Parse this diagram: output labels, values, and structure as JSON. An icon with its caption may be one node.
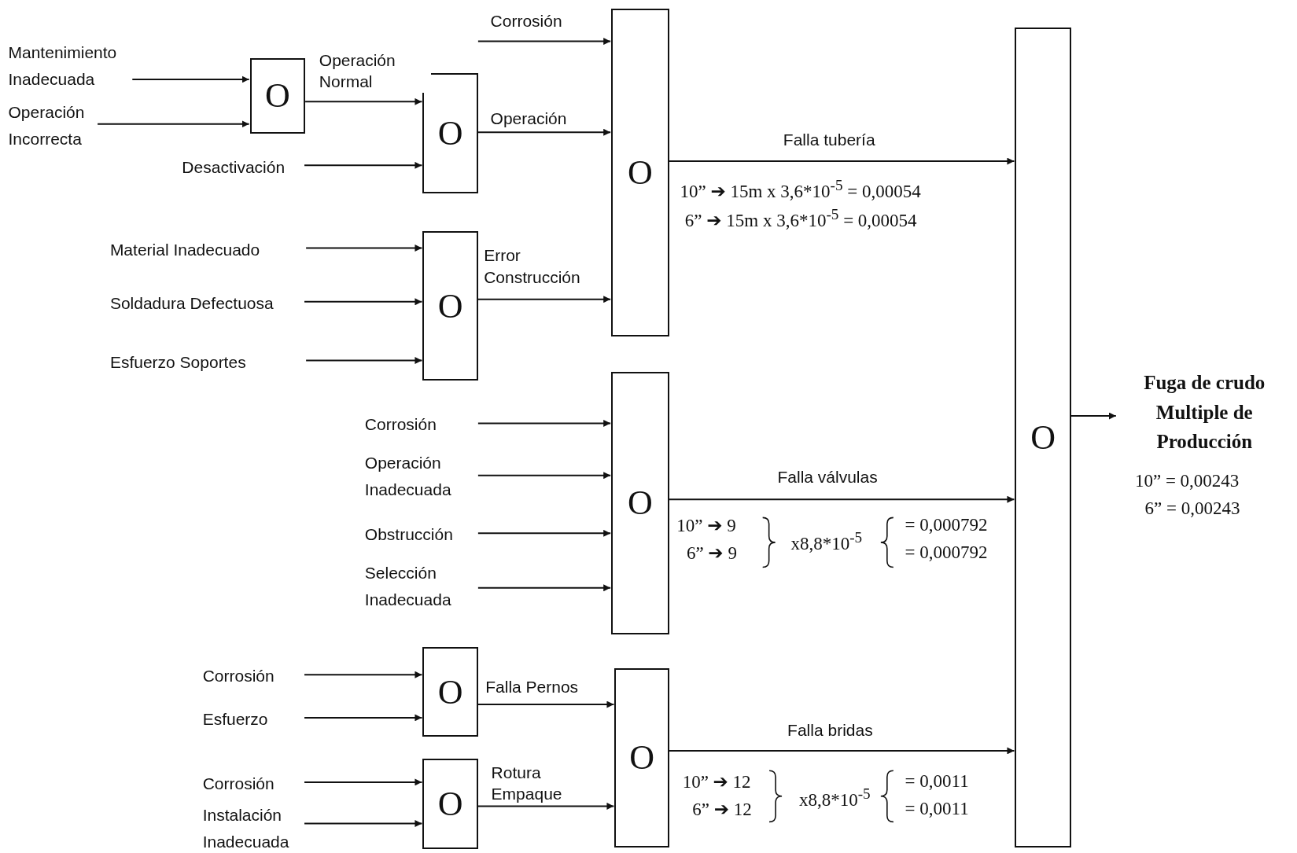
{
  "diagram": {
    "nodes": [
      {
        "text": [
          "Mantenimiento Inadecuada"
        ]
      },
      {
        "text": [
          "O"
        ]
      },
      {
        "text": [
          "Operación Incorrecta"
        ]
      },
      {
        "text": [
          "Desactivación"
        ]
      },
      {
        "text": [
          "O"
        ]
      },
      {
        "text": [
          "O"
        ]
      },
      {
        "text": [
          "Material Inadecuado"
        ]
      },
      {
        "text": [
          "Soldadura Defectuosa"
        ]
      },
      {
        "text": [
          "Esfuerzo Soportes"
        ]
      },
      {
        "text": [
          "O"
        ]
      },
      {
        "text": [
          "Corrosión"
        ]
      },
      {
        "text": [
          "Operación Inadecuada"
        ]
      },
      {
        "text": [
          "Obstrucción"
        ]
      },
      {
        "text": [
          "Selección Inadecuada"
        ]
      },
      {
        "text": [
          "O"
        ]
      },
      {
        "text": [
          "Corrosión"
        ]
      },
      {
        "text": [
          "Esfuerzo"
        ]
      },
      {
        "text": [
          "O"
        ]
      },
      {
        "text": [
          "Corrosión"
        ]
      },
      {
        "text": [
          "Instalación Inadecuada"
        ]
      },
      {
        "text": [
          "O"
        ]
      },
      {
        "text": [
          "O"
        ]
      },
      {
        "text": [
          "O"
        ]
      },
      {
        "text": [
          "Fuga de crudo Multiple de Producción"
        ],
        "beside": [
          "10” = 0,00243",
          "6” = 0,00243"
        ]
      }
    ],
    "edges": [
      {
        "from": 0,
        "to": 1,
        "arrow": "to"
      },
      {
        "from": 2,
        "to": 1,
        "arrow": "to"
      },
      {
        "from": 1,
        "to": 4,
        "arrow": "to",
        "label": "Operación Normal"
      },
      {
        "from": 3,
        "to": 4,
        "arrow": "to"
      },
      {
        "from": null,
        "to": 5,
        "arrow": "to",
        "label": "Corrosión"
      },
      {
        "from": 4,
        "to": 5,
        "arrow": "to",
        "label": "Operación"
      },
      {
        "from": 6,
        "to": 9,
        "arrow": "to"
      },
      {
        "from": 7,
        "to": 9,
        "arrow": "to"
      },
      {
        "from": 8,
        "to": 9,
        "arrow": "to"
      },
      {
        "from": 9,
        "to": 5,
        "arrow": "to",
        "label": "Error Construcción"
      },
      {
        "from": 5,
        "to": 22,
        "arrow": "to",
        "label": "Falla tubería"
      },
      {
        "from": 10,
        "to": 14,
        "arrow": "to"
      },
      {
        "from": 11,
        "to": 14,
        "arrow": "to"
      },
      {
        "from": 12,
        "to": 14,
        "arrow": "to"
      },
      {
        "from": 13,
        "to": 14,
        "arrow": "to"
      },
      {
        "from": 14,
        "to": 22,
        "arrow": "to",
        "label": "Falla válvulas"
      },
      {
        "from": 15,
        "to": 17,
        "arrow": "to"
      },
      {
        "from": 16,
        "to": 17,
        "arrow": "to"
      },
      {
        "from": 17,
        "to": 21,
        "arrow": "to",
        "label": "Falla Pernos"
      },
      {
        "from": 18,
        "to": 20,
        "arrow": "to"
      },
      {
        "from": 19,
        "to": 20,
        "arrow": "to"
      },
      {
        "from": 20,
        "to": 21,
        "arrow": "to",
        "label": "Rotura Empaque"
      },
      {
        "from": 21,
        "to": 22,
        "arrow": "to",
        "label": "Falla bridas"
      },
      {
        "from": 22,
        "to": 23,
        "arrow": "to"
      }
    ],
    "labels": [
      "10” ➔ 15m x 3,6*10$^{-5}$ = 0,00054",
      "6” ➔ 15m x 3,6*10$^{-5}$ = 0,00054",
      "10” ➔ 9",
      "6” ➔ 9",
      "x8,8*10$^{-5}$",
      "= 0,000792",
      "= 0,000792",
      "10” ➔ 12",
      "6” ➔ 12",
      "x8,8*10$^{-5}$",
      "= 0,0011",
      "= 0,0011"
    ]
  }
}
